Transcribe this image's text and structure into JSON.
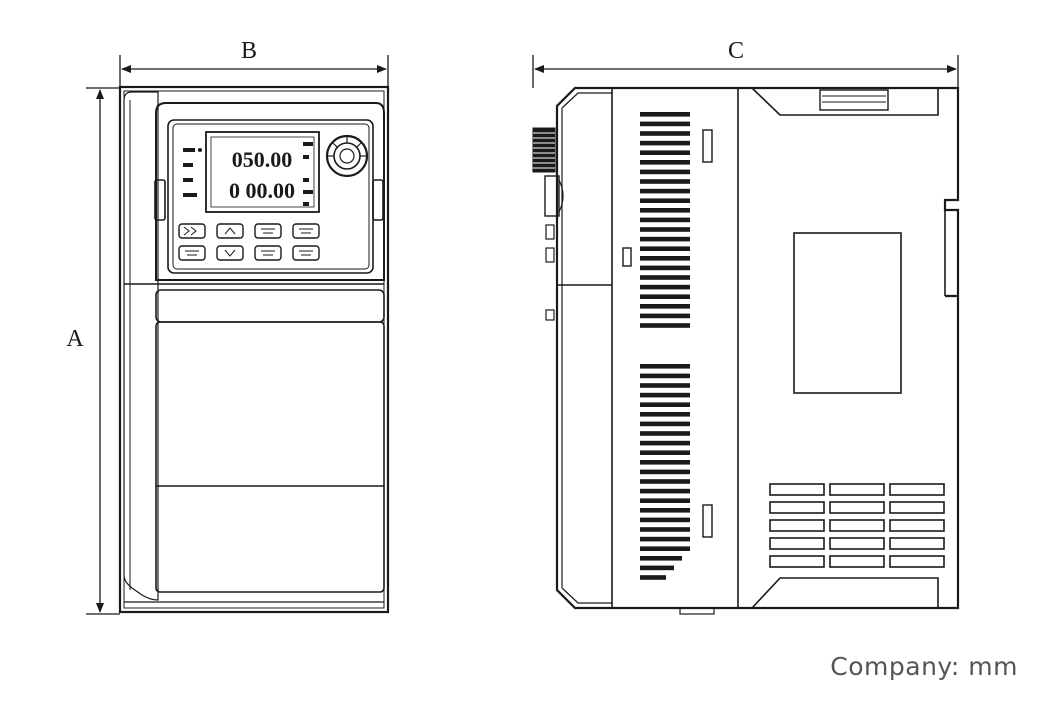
{
  "dimensions": {
    "height_label": "A",
    "width_label": "B",
    "depth_label": "C"
  },
  "display": {
    "top_reading": "050.00",
    "bottom_reading": "0 00.00"
  },
  "unit_note": "Company:  mm",
  "colors": {
    "line": "#1a1a1a",
    "background": "#ffffff",
    "note_text": "#555555"
  }
}
